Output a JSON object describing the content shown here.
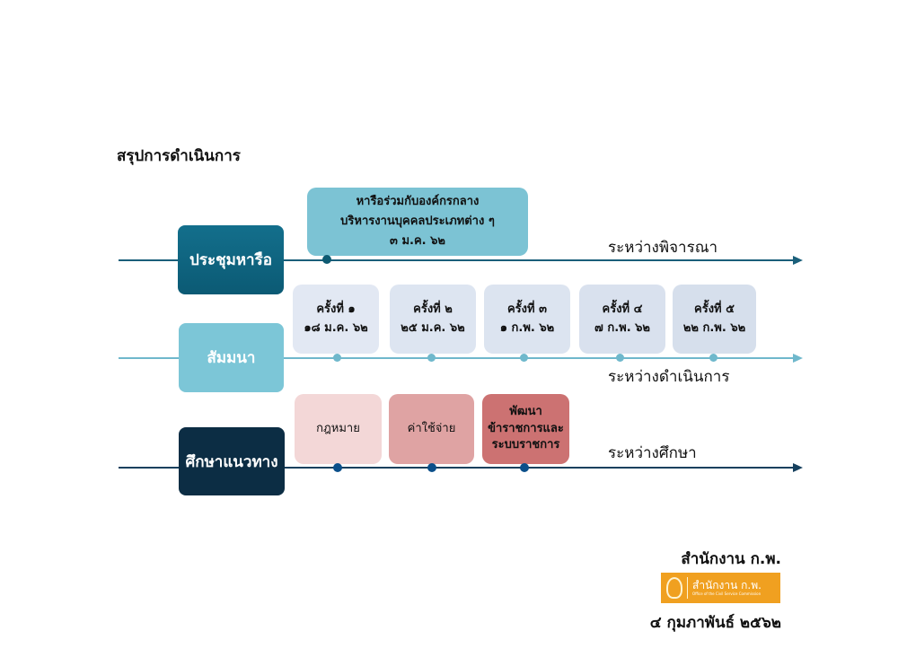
{
  "title": "สรุปการดำเนินการ",
  "tracks": [
    {
      "label": "ประชุมหารือ",
      "status": "ระหว่างพิจารณา",
      "cards": [
        {
          "lines": [
            "หารือร่วมกับองค์กรกลาง",
            "บริหารงานบุคคลประเภทต่าง ๆ",
            "๓ ม.ค. ๖๒"
          ]
        }
      ]
    },
    {
      "label": "สัมมนา",
      "status": "ระหว่างดำเนินการ",
      "cards": [
        {
          "lines": [
            "ครั้งที่ ๑",
            "๑๘ ม.ค. ๖๒"
          ]
        },
        {
          "lines": [
            "ครั้งที่ ๒",
            "๒๕ ม.ค. ๖๒"
          ]
        },
        {
          "lines": [
            "ครั้งที่ ๓",
            "๑ ก.พ. ๖๒"
          ]
        },
        {
          "lines": [
            "ครั้งที่ ๔",
            "๗ ก.พ. ๖๒"
          ]
        },
        {
          "lines": [
            "ครั้งที่ ๕",
            "๒๒ ก.พ. ๖๒"
          ]
        }
      ]
    },
    {
      "label": "ศึกษาแนวทาง",
      "status": "ระหว่างศึกษา",
      "cards": [
        {
          "lines": [
            "กฎหมาย"
          ]
        },
        {
          "lines": [
            "ค่าใช้จ่าย"
          ]
        },
        {
          "lines": [
            "พัฒนา",
            "ข้าราชการและ",
            "ระบบราชการ"
          ]
        }
      ]
    }
  ],
  "footer": {
    "org": "สำนักงาน ก.พ.",
    "logo_text": "สำนักงาน ก.พ.",
    "logo_sub": "Office of the Civil Service Commission",
    "date": "๔ กุมภาพันธ์ ๒๕๖๒"
  },
  "colors": {
    "track1": "#1a5f7a",
    "track2": "#6fb8cc",
    "track3": "#16405e",
    "accent": "#f0a020"
  }
}
